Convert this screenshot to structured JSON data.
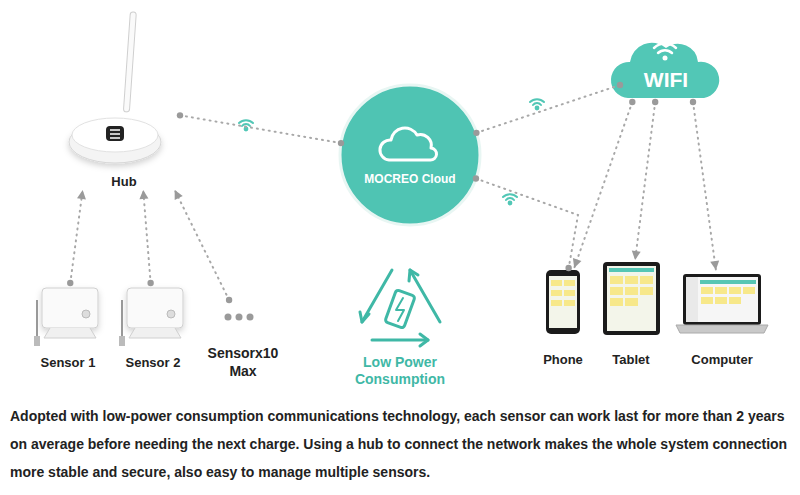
{
  "diagram": {
    "caption": "Adopted with low-power consumption communications technology, each sensor can work last for more than 2 years on average before needing the next charge. Using a hub to connect the network makes the whole system connection more stable and secure, also easy to manage multiple sensors.",
    "nodes": [
      {
        "text": [
          "Hub"
        ]
      },
      {
        "text": [
          "Sensor 1"
        ]
      },
      {
        "text": [
          "Sensor 2"
        ]
      },
      {
        "text": [
          "Sensorx10 Max"
        ]
      },
      {
        "text": [
          "MOCREO Cloud"
        ]
      },
      {
        "text": [
          "WIFI"
        ]
      },
      {
        "text": [
          "Phone"
        ]
      },
      {
        "text": [
          "Tablet"
        ]
      },
      {
        "text": [
          "Computer"
        ]
      }
    ],
    "edges": [
      {
        "from": 1,
        "to": 0,
        "arrow": "to"
      },
      {
        "from": 2,
        "to": 0,
        "arrow": "to"
      },
      {
        "from": 3,
        "to": 0,
        "arrow": "to"
      },
      {
        "from": 0,
        "to": 4,
        "arrow": "none"
      },
      {
        "from": 4,
        "to": 5,
        "arrow": "none"
      },
      {
        "from": 5,
        "to": 6,
        "arrow": "to"
      },
      {
        "from": 5,
        "to": 7,
        "arrow": "to"
      },
      {
        "from": 5,
        "to": 8,
        "arrow": "to"
      },
      {
        "from": 4,
        "to": 6,
        "arrow": "none"
      }
    ],
    "labels": [
      "Low Power Consumption"
    ]
  }
}
